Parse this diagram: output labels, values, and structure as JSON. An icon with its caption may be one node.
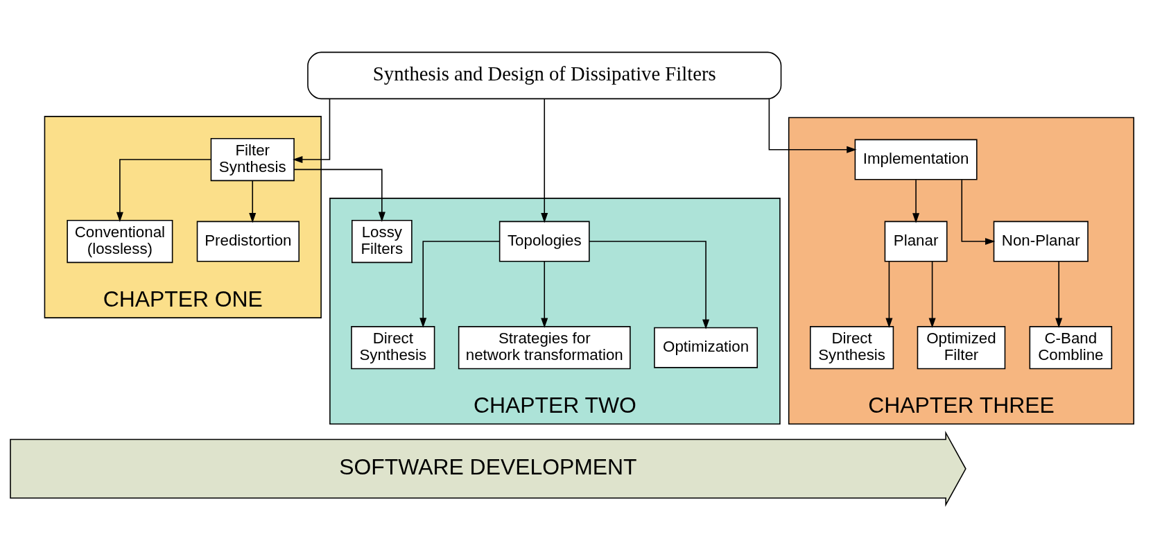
{
  "diagram": {
    "nodes": [
      {
        "text": [
          "Synthesis and Design of Dissipative Filters"
        ]
      },
      {
        "text": [
          "CHAPTER ONE"
        ]
      },
      {
        "text": [
          "Filter Synthesis"
        ],
        "in": 1
      },
      {
        "text": [
          "Conventional (lossless)"
        ],
        "in": 1
      },
      {
        "text": [
          "Predistortion"
        ],
        "in": 1
      },
      {
        "text": [
          "CHAPTER TWO"
        ]
      },
      {
        "text": [
          "Topologies"
        ],
        "in": 5
      },
      {
        "text": [
          "Lossy Filters"
        ],
        "in": 5
      },
      {
        "text": [
          "Direct Synthesis"
        ],
        "in": 5
      },
      {
        "text": [
          "Strategies for network transformation"
        ],
        "in": 5
      },
      {
        "text": [
          "Optimization"
        ],
        "in": 5
      },
      {
        "text": [
          "CHAPTER THREE"
        ]
      },
      {
        "text": [
          "Implementation"
        ],
        "in": 11
      },
      {
        "text": [
          "Planar"
        ],
        "in": 11
      },
      {
        "text": [
          "Non-Planar"
        ],
        "in": 11
      },
      {
        "text": [
          "Direct Synthesis"
        ],
        "in": 11
      },
      {
        "text": [
          "Optimized Filter"
        ],
        "in": 11
      },
      {
        "text": [
          "C-Band Combline"
        ],
        "in": 11
      },
      {
        "text": [
          "SOFTWARE DEVELOPMENT"
        ]
      }
    ],
    "edges": [
      {
        "from": 0,
        "to": 2,
        "arrow": "to"
      },
      {
        "from": 0,
        "to": 6,
        "arrow": "to"
      },
      {
        "from": 0,
        "to": 12,
        "arrow": "to"
      },
      {
        "from": 2,
        "to": 3,
        "arrow": "to"
      },
      {
        "from": 2,
        "to": 4,
        "arrow": "to"
      },
      {
        "from": 2,
        "to": 7,
        "arrow": "to"
      },
      {
        "from": 6,
        "to": 8,
        "arrow": "to"
      },
      {
        "from": 6,
        "to": 9,
        "arrow": "to"
      },
      {
        "from": 6,
        "to": 10,
        "arrow": "to"
      },
      {
        "from": 12,
        "to": 13,
        "arrow": "to"
      },
      {
        "from": 12,
        "to": 14,
        "arrow": "to"
      },
      {
        "from": 13,
        "to": 15,
        "arrow": "to"
      },
      {
        "from": 13,
        "to": 16,
        "arrow": "to"
      },
      {
        "from": 14,
        "to": 17,
        "arrow": "to"
      }
    ]
  }
}
